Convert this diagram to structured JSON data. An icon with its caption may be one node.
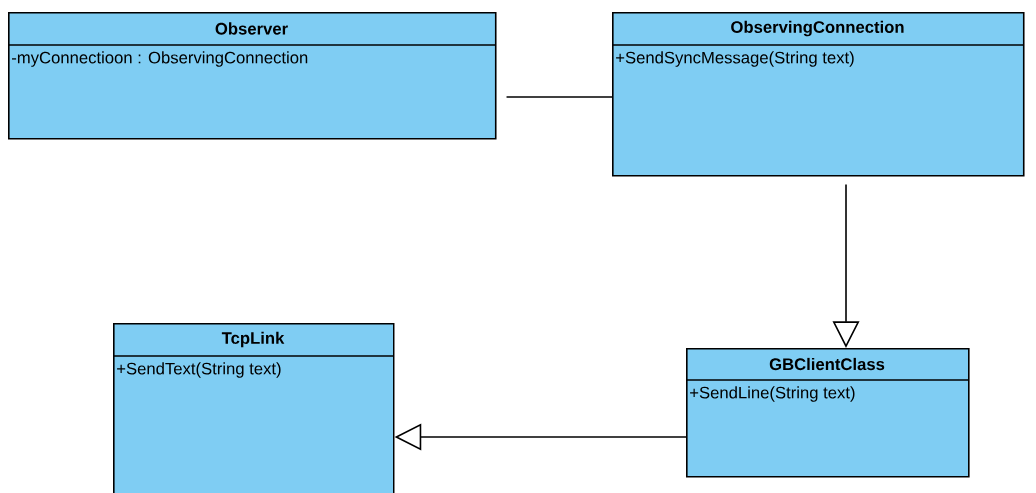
{
  "diagram": {
    "nodes": [
      {
        "text": [
          "Observer",
          "-myConnectioon : ObservingConnection"
        ]
      },
      {
        "text": [
          "ObservingConnection",
          "+SendSyncMessage(String text)"
        ]
      },
      {
        "text": [
          "TcpLink",
          "+SendText(String text)"
        ]
      },
      {
        "text": [
          "GBClientClass",
          "+SendLine(String text)"
        ]
      }
    ],
    "edges": [
      {
        "from": 0,
        "to": 1,
        "arrow": "none"
      },
      {
        "from": 1,
        "to": 3,
        "arrow": "to"
      },
      {
        "from": 3,
        "to": 2,
        "arrow": "to"
      }
    ]
  }
}
